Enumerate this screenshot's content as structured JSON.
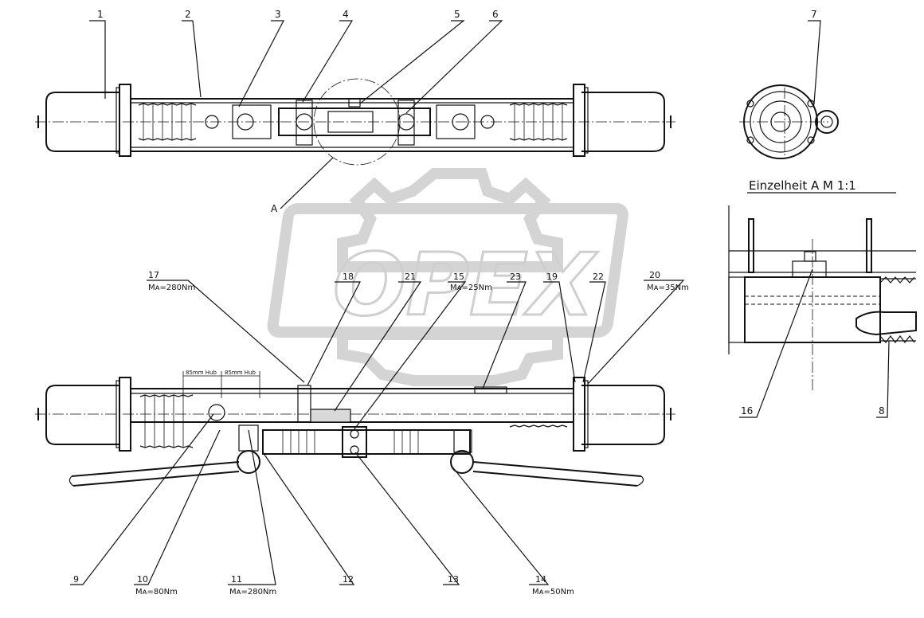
{
  "watermark": {
    "text": "OPEX"
  },
  "detail": {
    "title": "Einzelheit A  M 1:1",
    "section_label": "A"
  },
  "stroke_labels": {
    "left": "85mm Hub",
    "right": "85mm Hub"
  },
  "callouts": [
    {
      "id": "c1",
      "label": "1"
    },
    {
      "id": "c2",
      "label": "2"
    },
    {
      "id": "c3",
      "label": "3"
    },
    {
      "id": "c4",
      "label": "4"
    },
    {
      "id": "c5",
      "label": "5"
    },
    {
      "id": "c6",
      "label": "6"
    },
    {
      "id": "c7",
      "label": "7"
    },
    {
      "id": "c8",
      "label": "8"
    },
    {
      "id": "c9",
      "label": "9"
    },
    {
      "id": "c10",
      "label": "10",
      "torque": "Mᴀ=80Nm"
    },
    {
      "id": "c11",
      "label": "11",
      "torque": "Mᴀ=280Nm"
    },
    {
      "id": "c12",
      "label": "12"
    },
    {
      "id": "c13",
      "label": "13"
    },
    {
      "id": "c14",
      "label": "14",
      "torque": "Mᴀ=50Nm"
    },
    {
      "id": "c15",
      "label": "15",
      "torque": "Mᴀ=25Nm"
    },
    {
      "id": "c16",
      "label": "16"
    },
    {
      "id": "c17",
      "label": "17",
      "torque": "Mᴀ=280Nm"
    },
    {
      "id": "c18",
      "label": "18"
    },
    {
      "id": "c19",
      "label": "19"
    },
    {
      "id": "c20",
      "label": "20",
      "torque": "Mᴀ=35Nm"
    },
    {
      "id": "c21",
      "label": "21"
    },
    {
      "id": "c22",
      "label": "22"
    },
    {
      "id": "c23",
      "label": "23"
    }
  ]
}
